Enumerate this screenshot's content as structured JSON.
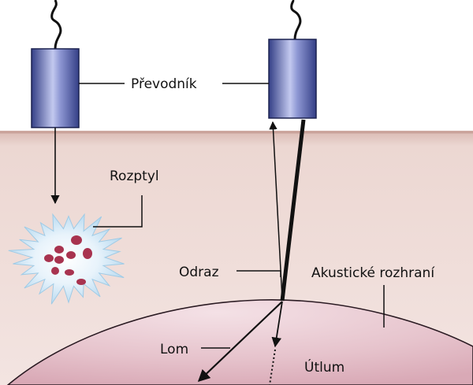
{
  "labels": {
    "transducer": "Převodník",
    "scatter": "Rozptyl",
    "reflection": "Odraz",
    "interface": "Akustické rozhraní",
    "refraction": "Lom",
    "attenuation": "Útlum"
  },
  "colors": {
    "skin": "#ecd5d0",
    "skin_edge": "#d2aca4",
    "tissue": "#e9c7cf",
    "tissue_edge": "#2a1a22",
    "transducer": "#3b4690",
    "transducer_highlight": "#c8cdf0",
    "cell": "#a8334f",
    "scatter_burst": "#cfe6f5",
    "line": "#111111"
  },
  "icons": {
    "transducer_left": "transducer-probe-icon",
    "transducer_right": "transducer-probe-icon",
    "scatter": "scatter-burst-icon"
  }
}
